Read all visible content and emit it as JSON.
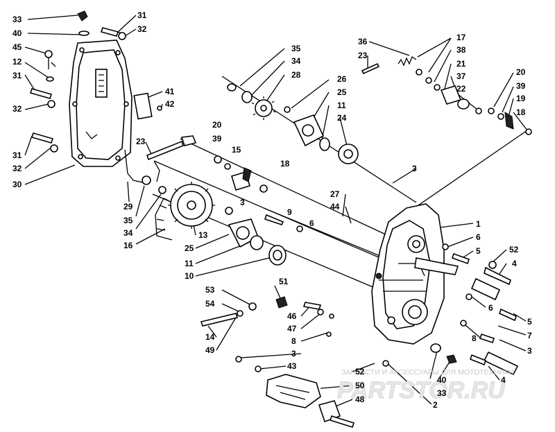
{
  "diagram": {
    "labels": {
      "l33a": "33",
      "l40a": "40",
      "l45": "45",
      "l12": "12",
      "l31a": "31",
      "l32a": "32",
      "l31b": "31",
      "l32b": "32",
      "l31c": "31",
      "l32c": "32",
      "l30": "30",
      "l41": "41",
      "l42": "42",
      "l23a": "23",
      "l29": "29",
      "l35a": "35",
      "l34a": "34",
      "l16": "16",
      "l13": "13",
      "l25a": "25",
      "l11a": "11",
      "l10": "10",
      "l20a": "20",
      "l39a": "39",
      "l15": "15",
      "l18a": "18",
      "l3a": "3",
      "l9": "9",
      "l6a": "6",
      "l35b": "35",
      "l34b": "34",
      "l28": "28",
      "l26": "26",
      "l25b": "25",
      "l11b": "11",
      "l24": "24",
      "l36": "36",
      "l23b": "23",
      "l17": "17",
      "l38": "38",
      "l21": "21",
      "l37": "37",
      "l22": "22",
      "l20b": "20",
      "l39b": "39",
      "l19": "19",
      "l18b": "18",
      "l3b": "3",
      "l27": "27",
      "l44": "44",
      "l1": "1",
      "l6b": "6",
      "l5a": "5",
      "l52a": "52",
      "l4a": "4",
      "l6c": "6",
      "l5b": "5",
      "l7": "7",
      "l8a": "8",
      "l3c": "3",
      "l51": "51",
      "l53": "53",
      "l54": "54",
      "l14": "14",
      "l49": "49",
      "l46": "46",
      "l47": "47",
      "l8b": "8",
      "l3d": "3",
      "l43": "43",
      "l52b": "52",
      "l50": "50",
      "l48": "48",
      "l2": "2",
      "l40b": "40",
      "l33b": "33",
      "l4b": "4"
    }
  },
  "watermark": {
    "caption": "ЗАПЧАСТИ И АКСЕССУАРЫ ДЛЯ МОТОТЕХНИКИ",
    "logo": "PARTSTOR.RU"
  }
}
